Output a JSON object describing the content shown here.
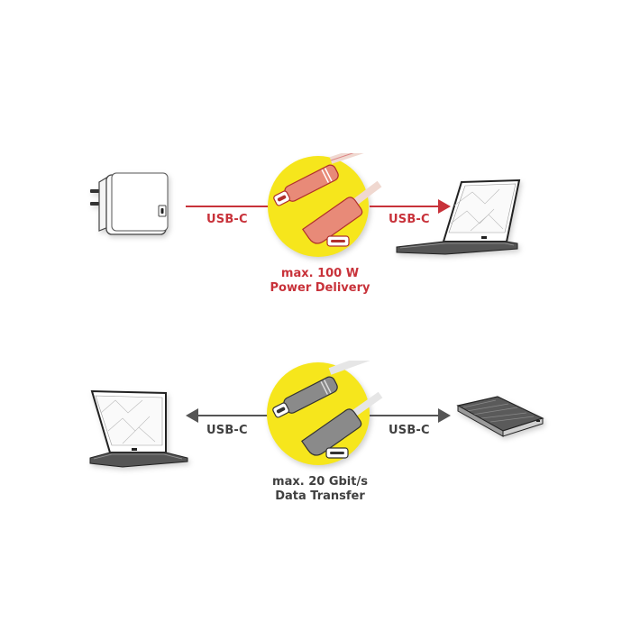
{
  "power_section": {
    "left_connector_label": "USB-C",
    "right_connector_label": "USB-C",
    "caption_line1": "max. 100 W",
    "caption_line2": "Power Delivery",
    "source_device": "power-adapter",
    "target_device": "laptop",
    "color": "#c8323a",
    "circle_color": "#f6e61c"
  },
  "data_section": {
    "left_connector_label": "USB-C",
    "right_connector_label": "USB-C",
    "caption_line1": "max. 20 Gbit/s",
    "caption_line2": "Data Transfer",
    "left_device": "laptop",
    "right_device": "external-drive",
    "color": "#555555",
    "circle_color": "#f6e61c"
  }
}
